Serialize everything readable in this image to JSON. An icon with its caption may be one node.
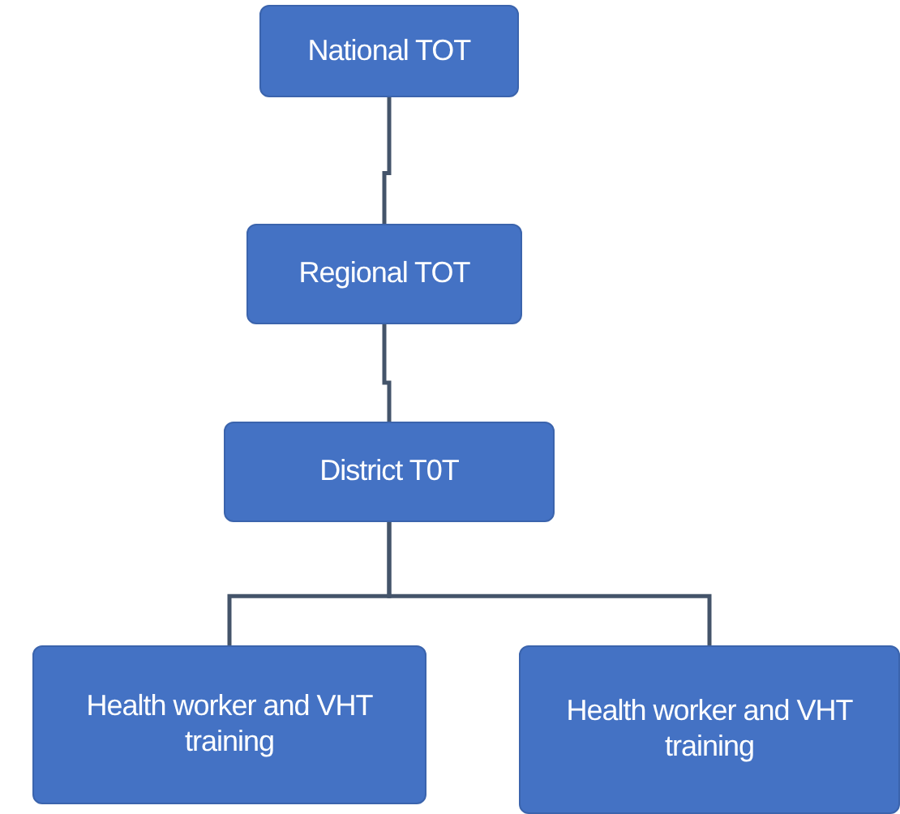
{
  "diagram": {
    "nodes": [
      {
        "text": [
          "National TOT"
        ]
      },
      {
        "text": [
          "Regional TOT"
        ]
      },
      {
        "text": [
          "District T0T"
        ]
      },
      {
        "text": [
          "Health worker and VHT training"
        ]
      },
      {
        "text": [
          "Health worker and VHT training"
        ]
      }
    ],
    "edges": [
      {
        "from": 0,
        "to": 1,
        "arrow": "none"
      },
      {
        "from": 1,
        "to": 2,
        "arrow": "none"
      },
      {
        "from": 2,
        "to": 3,
        "arrow": "none"
      },
      {
        "from": 2,
        "to": 4,
        "arrow": "none"
      }
    ]
  }
}
